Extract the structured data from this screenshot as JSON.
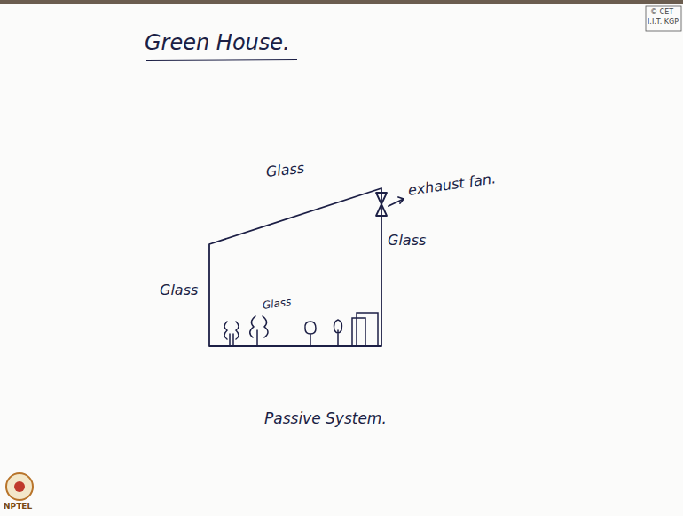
{
  "diagram": {
    "title": "Green House.",
    "labels": [
      "Glass",
      "exhaust fan.",
      "Glass",
      "Glass",
      "Glass",
      "Passive System.",
      "© CET",
      "I.I.T. KGP",
      "NPTEL"
    ]
  }
}
